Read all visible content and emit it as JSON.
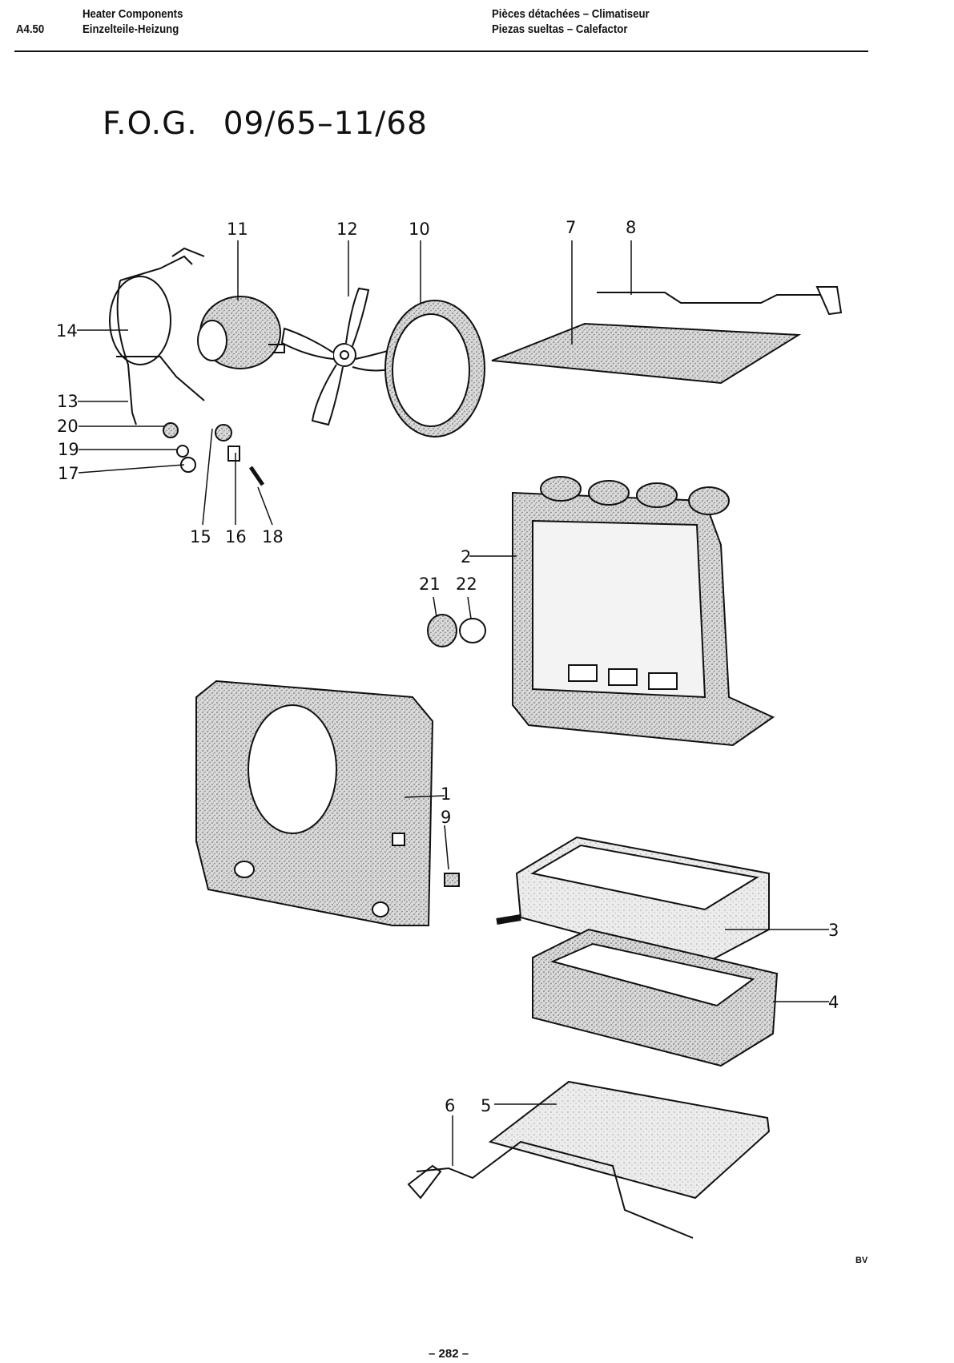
{
  "header": {
    "page_code": "A4.50",
    "title_en": "Heater Components",
    "title_de": "Einzelteile-Heizung",
    "title_fr": "Pièces détachées – Climatiseur",
    "title_es": "Piezas sueltas – Calefactor"
  },
  "title": {
    "model": "F.O.G.",
    "range": "09/65–11/68"
  },
  "callouts": [
    "1",
    "2",
    "3",
    "4",
    "5",
    "6",
    "7",
    "8",
    "9",
    "10",
    "11",
    "12",
    "13",
    "14",
    "15",
    "16",
    "17",
    "18",
    "19",
    "20",
    "21",
    "22"
  ],
  "footer": {
    "page_number": "– 282 –",
    "artist_mark": "BV"
  }
}
